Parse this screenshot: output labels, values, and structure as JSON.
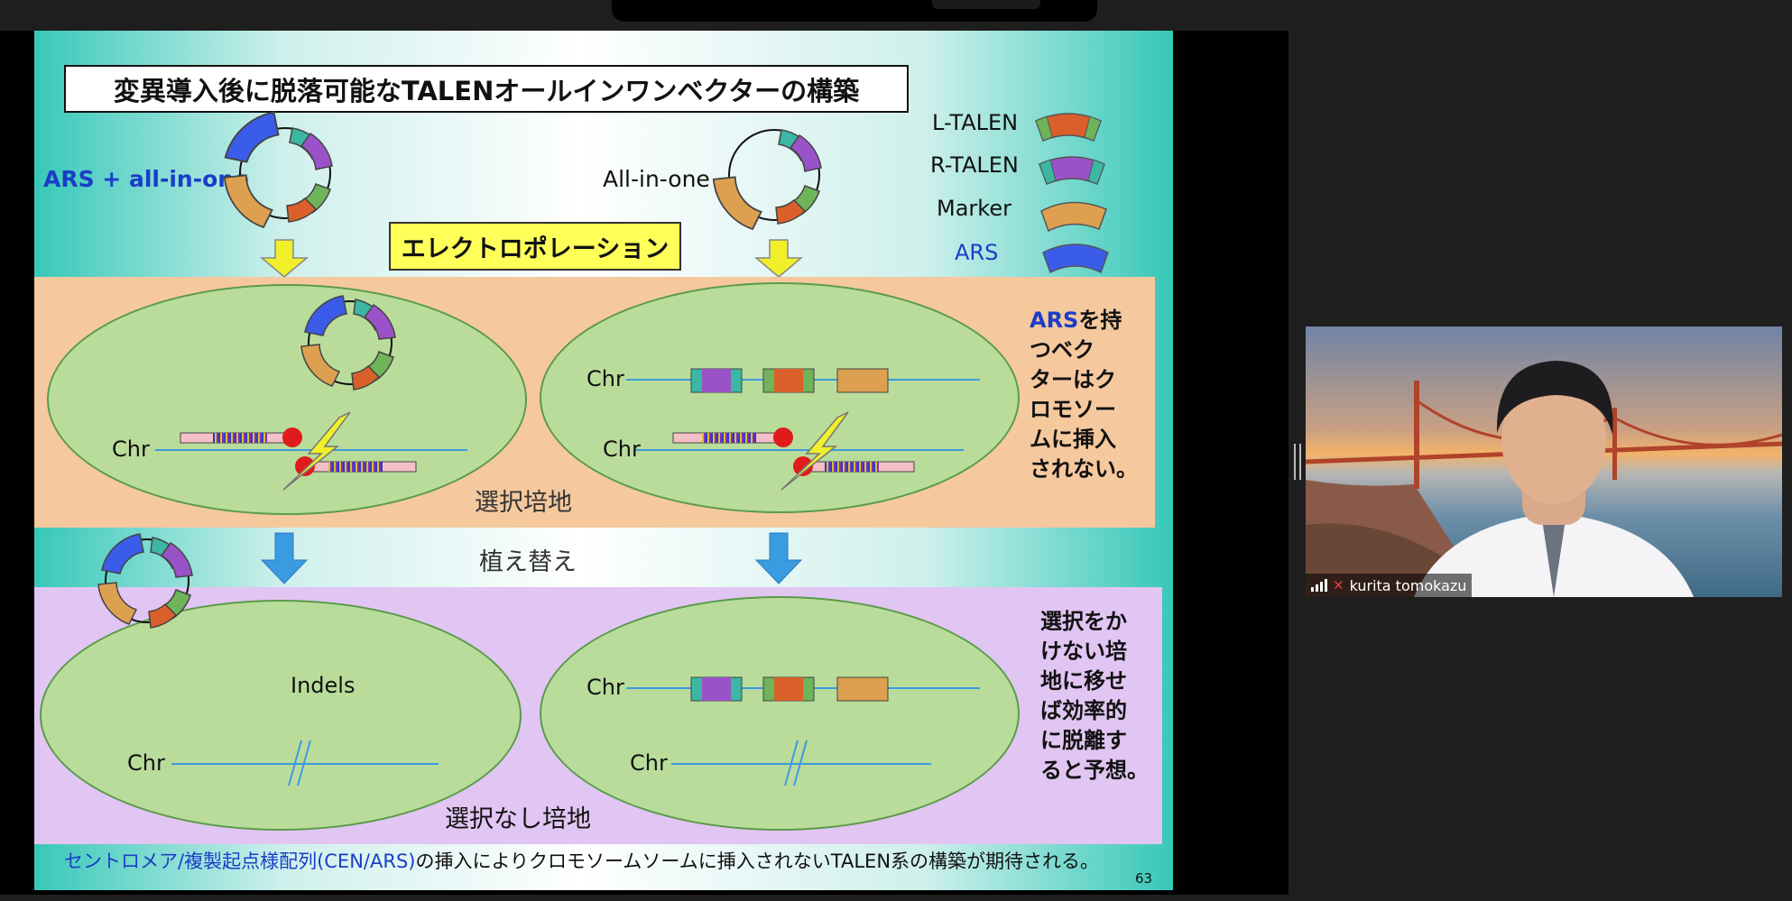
{
  "slide": {
    "title": "変異導入後に脱落可能なTALENオールインワンベクターの構築",
    "left_vector_label": "ARS + all-in-one",
    "right_vector_label": "All-in-one",
    "electroporation": "エレクトロポレーション",
    "legend": [
      {
        "label": "L-TALEN",
        "label_color": "#111111"
      },
      {
        "label": "R-TALEN",
        "label_color": "#111111"
      },
      {
        "label": "Marker",
        "label_color": "#111111"
      },
      {
        "label": "ARS",
        "label_color": "#1a3ec7"
      }
    ],
    "chr": "Chr",
    "selective_medium": "選択培地",
    "replant": "植え替え",
    "indels": "Indels",
    "nonselective_medium": "選択なし培地",
    "note_top": {
      "ars": "ARS",
      "lines": [
        "を持",
        "つベク",
        "ターはク",
        "ロモソー",
        "ムに挿入",
        "されない。"
      ]
    },
    "note_bottom": [
      "選択をか",
      "けない培",
      "地に移せ",
      "ば効率的",
      "に脱離す",
      "ると予想。"
    ],
    "footer_blue": "セントロメア/複製起点様配列(CEN/ARS)",
    "footer_rest": "の挿入によりクロモソームソームに挿入されないTALEN系の構築が期待される。",
    "page_number": "63"
  },
  "colors": {
    "ars_blue": "#3a5ce8",
    "l_talen_orange": "#d9602a",
    "l_talen_green": "#6fb35a",
    "r_talen_purple": "#9a52c8",
    "r_talen_teal": "#3bb7a4",
    "marker_tan": "#dda050",
    "arrow_yellow": "#f0ef2a",
    "arrow_blue": "#3b9be0"
  },
  "participant": {
    "name": "kurita tomokazu"
  }
}
